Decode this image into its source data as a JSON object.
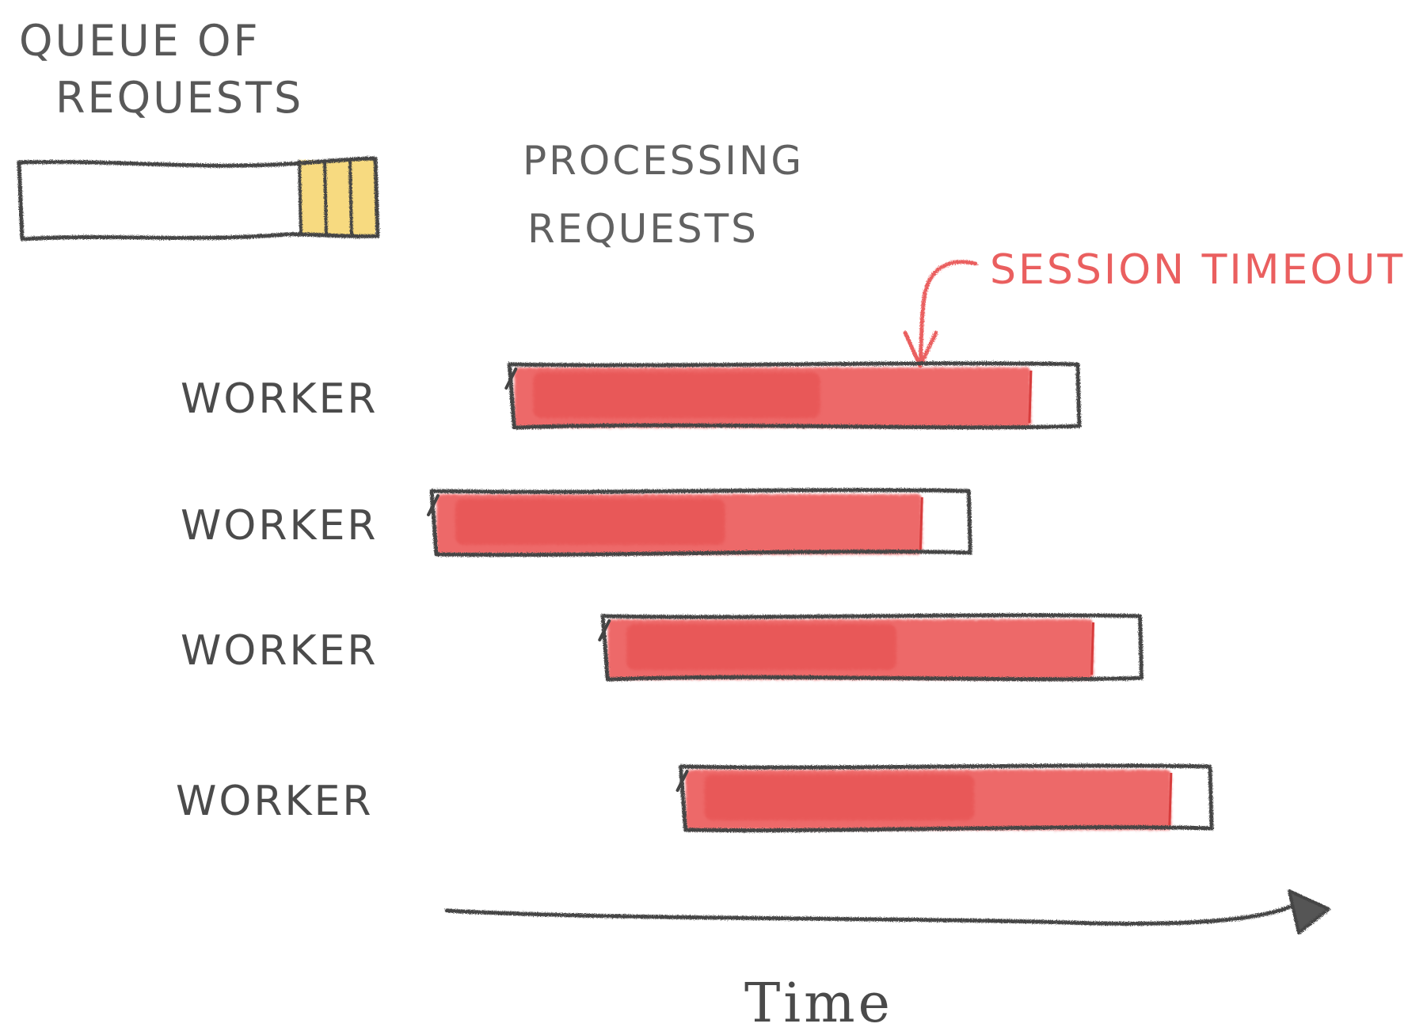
{
  "labels": {
    "queue_line1": "Queue of",
    "queue_line2": "Requests",
    "processing_line1": "Processing",
    "processing_line2": "Requests",
    "session_timeout": "Session Timeout",
    "time": "Time"
  },
  "workers": [
    {
      "label": "Worker",
      "start": 0.1,
      "fill_end": 0.77,
      "end": 0.83
    },
    {
      "label": "Worker",
      "start": 0.0,
      "fill_end": 0.63,
      "end": 0.69
    },
    {
      "label": "Worker",
      "start": 0.22,
      "fill_end": 0.85,
      "end": 0.91
    },
    {
      "label": "Worker",
      "start": 0.32,
      "fill_end": 0.95,
      "end": 1.0
    }
  ],
  "queue": {
    "pending_requests": 3
  },
  "colors": {
    "processing": "#ea4a4a",
    "queued": "#f6d36a",
    "annotation": "#ea5f5f",
    "ink": "#444444"
  },
  "icons": {
    "arrow": "curved-down-arrow-icon",
    "axis_arrow": "arrow-right-icon"
  }
}
